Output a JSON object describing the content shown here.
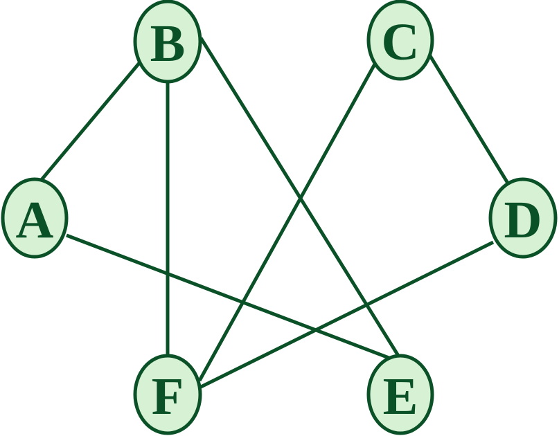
{
  "diagram": {
    "colors": {
      "edge": "#0b5128",
      "edge_tail": "#5e9c72",
      "node_fill": "#d7f1d4",
      "node_stroke": "#0b5128",
      "label": "#0b5128",
      "background": "#ffffff"
    },
    "nodes": [
      {
        "id": "A",
        "label": "A"
      },
      {
        "id": "B",
        "label": "B"
      },
      {
        "id": "C",
        "label": "C"
      },
      {
        "id": "D",
        "label": "D"
      },
      {
        "id": "E",
        "label": "E"
      },
      {
        "id": "F",
        "label": "F"
      }
    ],
    "edges": [
      {
        "from": "A",
        "to": "B"
      },
      {
        "from": "B",
        "to": "F"
      },
      {
        "from": "B",
        "to": "E"
      },
      {
        "from": "A",
        "to": "E"
      },
      {
        "from": "C",
        "to": "F"
      },
      {
        "from": "C",
        "to": "D"
      },
      {
        "from": "D",
        "to": "F"
      }
    ]
  }
}
